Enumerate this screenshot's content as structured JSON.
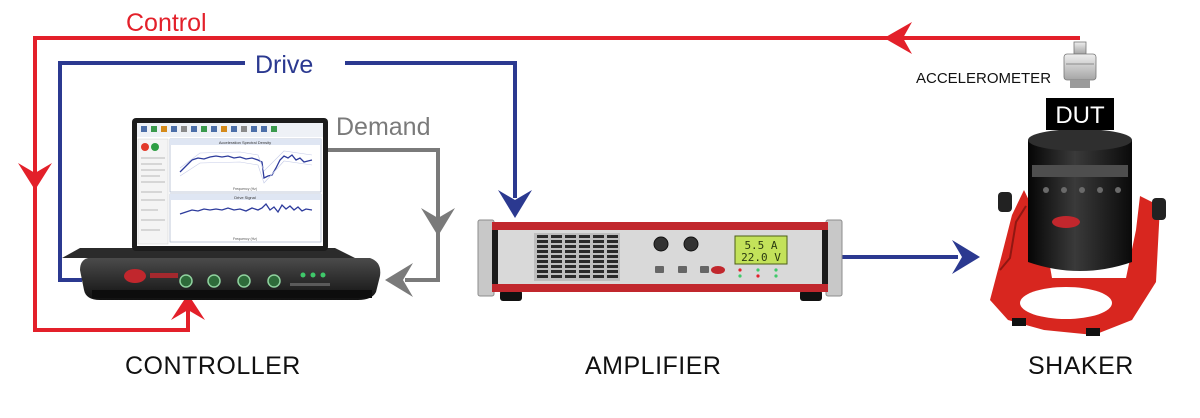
{
  "signals": {
    "control": {
      "label": "Control",
      "color": "#e3202a"
    },
    "drive": {
      "label": "Drive",
      "color": "#2b3990"
    },
    "demand": {
      "label": "Demand",
      "color": "#7a7a7a"
    }
  },
  "devices": {
    "controller": {
      "caption": "CONTROLLER"
    },
    "amplifier": {
      "caption": "AMPLIFIER",
      "display_line1": "5.5 A",
      "display_line2": "22.0 V"
    },
    "shaker": {
      "caption": "SHAKER"
    },
    "accelerometer": {
      "label": "ACCELEROMETER"
    },
    "dut": {
      "label": "DUT"
    }
  },
  "software": {
    "chart1_title": "Acceleration Spectral Density",
    "chart2_title": "Drive Signal",
    "x_axis": "Frequency (Hz)"
  }
}
